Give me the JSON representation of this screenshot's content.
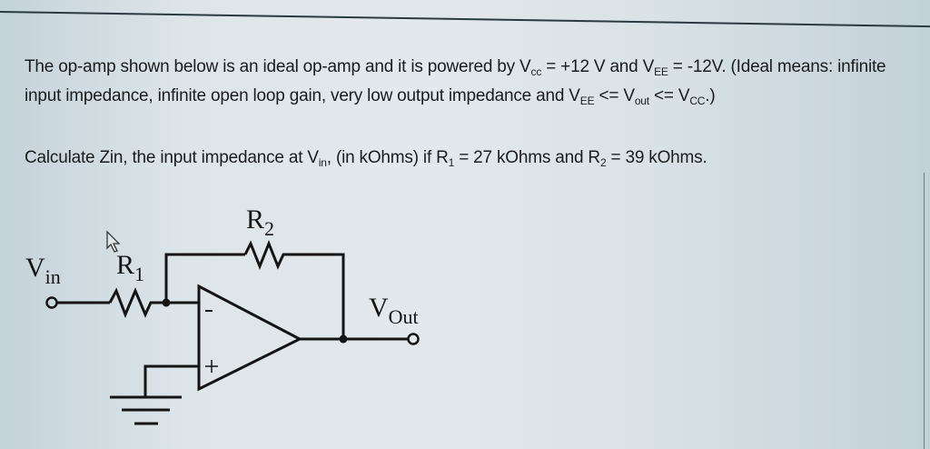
{
  "question": {
    "paragraph1": {
      "text_a": "The op-amp shown below is an ideal op-amp and it is powered by V",
      "vcc_sub": "cc",
      "text_b": " = +12 V and V",
      "vee_sub": "EE",
      "text_c": " = -12V. (Ideal means: infinite input impedance, infinite open loop gain, very low output impedance and V",
      "vee_sub2": "EE",
      "text_d": " <= V",
      "vout_sub": "out",
      "text_e": " <= V",
      "vcc_sub2": "CC",
      "text_f": ".)"
    },
    "paragraph2": {
      "text_a": "Calculate Zin, the input impedance at V",
      "vin_sub": "in",
      "text_b": ", (in kOhms) if R",
      "r1_sub": "1",
      "text_c": " = 27 kOhms and R",
      "r2_sub": "2",
      "text_d": " = 39 kOhms."
    }
  },
  "circuit": {
    "vin_label": "V",
    "vin_sub": "in",
    "r1_label": "R",
    "r1_sub": "1",
    "r2_label": "R",
    "r2_sub": "2",
    "vout_label": "V",
    "vout_sub": "Out",
    "inverting_symbol": "-",
    "noninverting_symbol": "+",
    "values": {
      "Vcc": "+12 V",
      "Vee": "-12 V",
      "R1": "27 kOhms",
      "R2": "39 kOhms"
    }
  },
  "colors": {
    "ink": "#1a1c1e",
    "wire": "#141414"
  }
}
